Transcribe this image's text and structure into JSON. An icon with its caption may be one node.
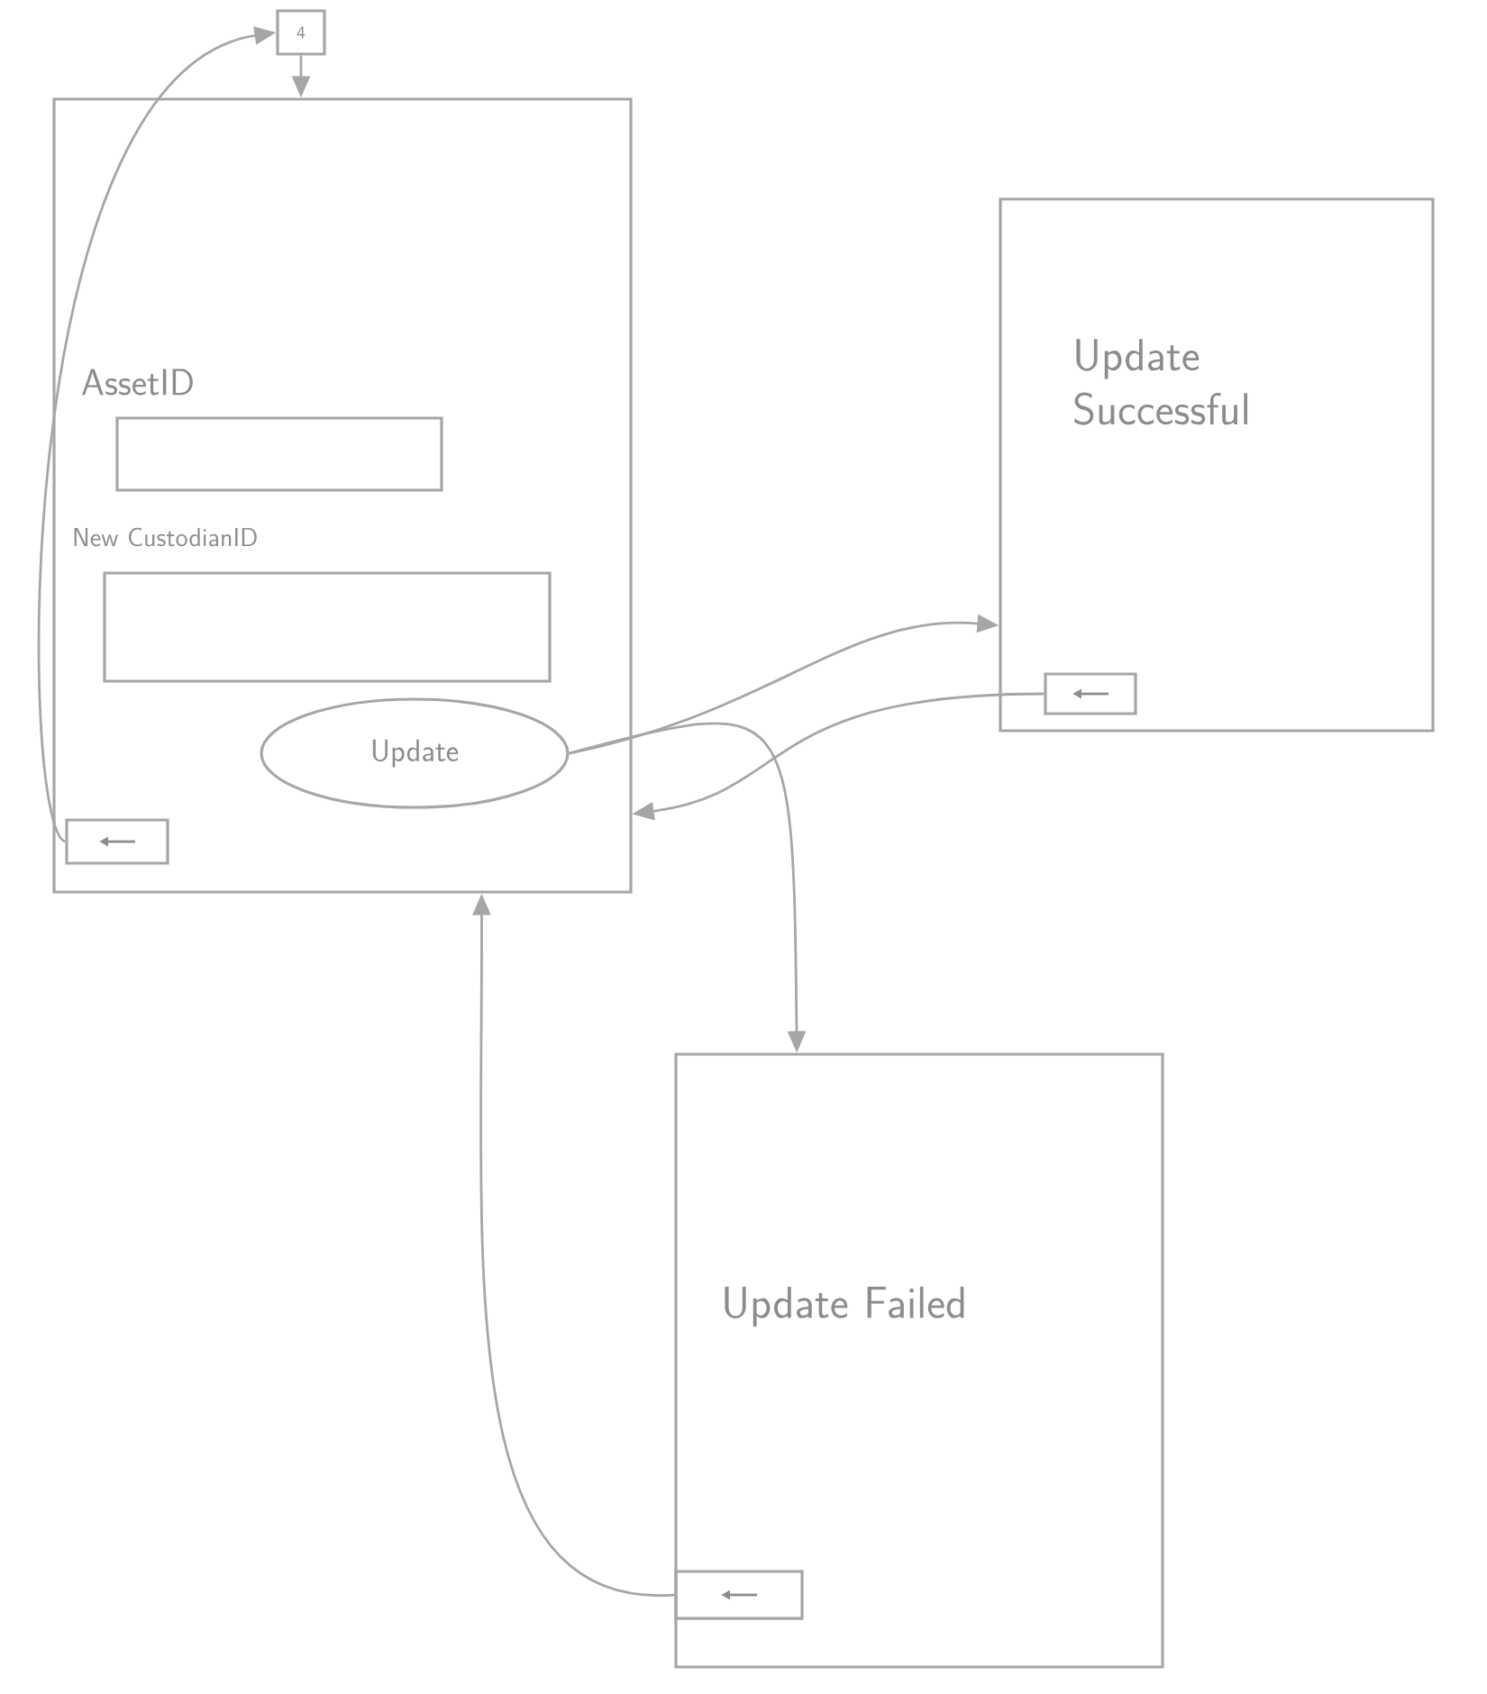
{
  "diagram": {
    "nodes": [
      {
        "text": [
          "4"
        ]
      },
      {
        "text": [
          "AssetID",
          "New CustodianID"
        ]
      },
      {
        "text": [
          "Update"
        ],
        "in": 1
      },
      {
        "text": [],
        "shape": "box",
        "in": 1
      },
      {
        "text": [
          "Update Successful"
        ]
      },
      {
        "text": [],
        "shape": "box",
        "in": 4
      },
      {
        "text": [
          "Update Failed"
        ]
      },
      {
        "text": [],
        "shape": "box",
        "in": 6
      }
    ],
    "edges": [
      {
        "from": 3,
        "to": 0,
        "arrow": "to"
      },
      {
        "from": 0,
        "to": 1,
        "arrow": "to"
      },
      {
        "from": 2,
        "to": 4,
        "arrow": "to"
      },
      {
        "from": 2,
        "to": 6,
        "arrow": "to"
      },
      {
        "from": 5,
        "to": 1,
        "arrow": "to"
      },
      {
        "from": 7,
        "to": 1,
        "arrow": "to"
      }
    ]
  }
}
